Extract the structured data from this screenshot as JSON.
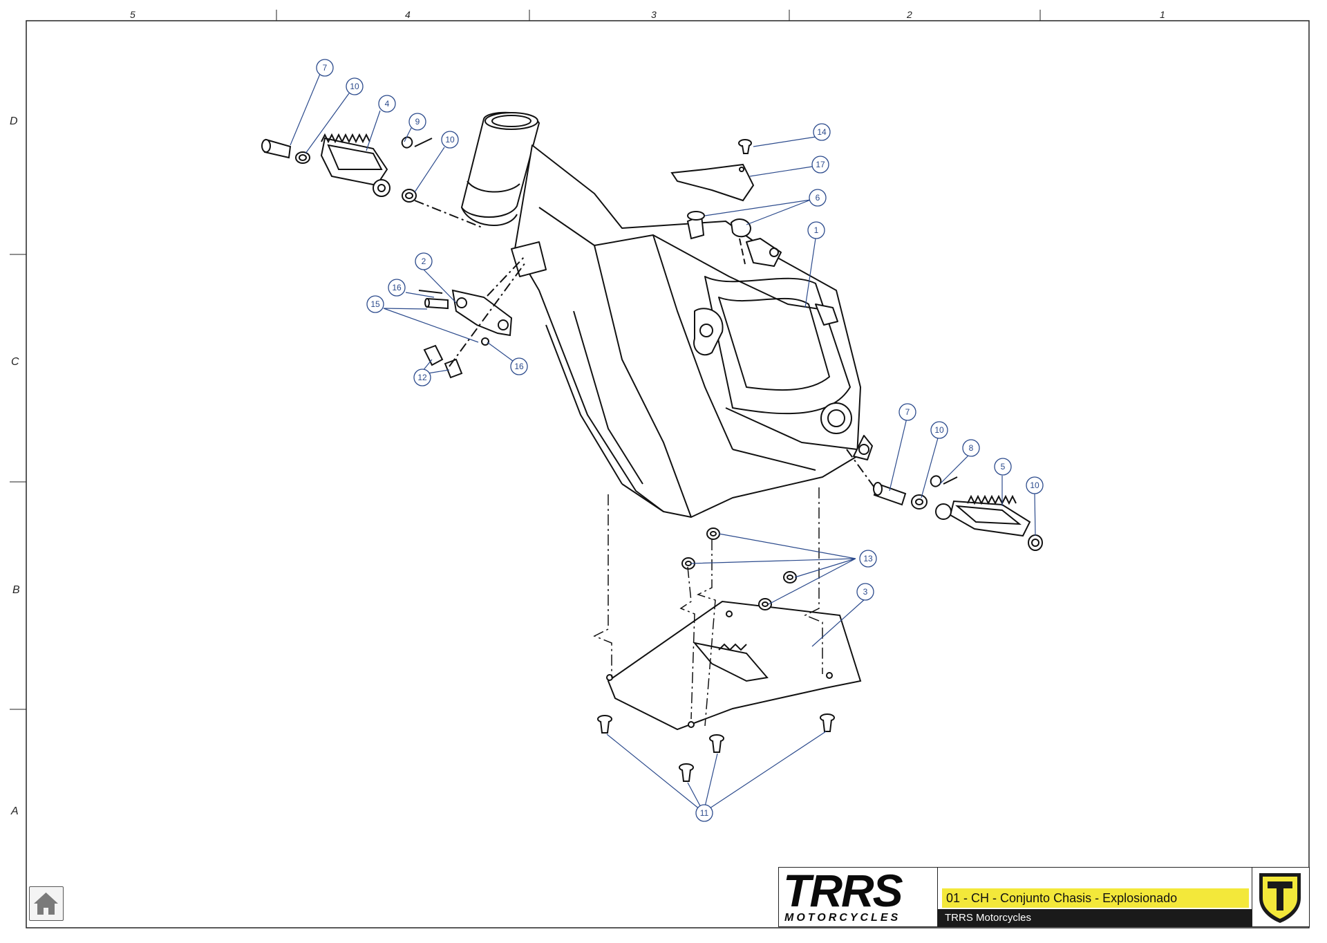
{
  "grid": {
    "columns": [
      "5",
      "4",
      "3",
      "2",
      "1"
    ],
    "rows": [
      "D",
      "C",
      "B",
      "A"
    ]
  },
  "title_block": {
    "brand": "TRRS",
    "brand_sub": "MOTORCYCLES",
    "drawing_title": "01 - CH - Conjunto Chasis - Explosionado",
    "company": "TRRS Motorcycles",
    "colors": {
      "title_bg": "#f3e83a",
      "brand_accent": "#f3e83a",
      "company_bg": "#1a1a1a",
      "emblem": "#f3e83a"
    }
  },
  "balloons": [
    {
      "id": "b7a",
      "label": "7"
    },
    {
      "id": "b10a",
      "label": "10"
    },
    {
      "id": "b4",
      "label": "4"
    },
    {
      "id": "b9",
      "label": "9"
    },
    {
      "id": "b10b",
      "label": "10"
    },
    {
      "id": "b14",
      "label": "14"
    },
    {
      "id": "b17",
      "label": "17"
    },
    {
      "id": "b6",
      "label": "6"
    },
    {
      "id": "b1",
      "label": "1"
    },
    {
      "id": "b2",
      "label": "2"
    },
    {
      "id": "b16a",
      "label": "16"
    },
    {
      "id": "b15",
      "label": "15"
    },
    {
      "id": "b16b",
      "label": "16"
    },
    {
      "id": "b12",
      "label": "12"
    },
    {
      "id": "b7b",
      "label": "7"
    },
    {
      "id": "b10c",
      "label": "10"
    },
    {
      "id": "b8",
      "label": "8"
    },
    {
      "id": "b5",
      "label": "5"
    },
    {
      "id": "b10d",
      "label": "10"
    },
    {
      "id": "b13",
      "label": "13"
    },
    {
      "id": "b3",
      "label": "3"
    },
    {
      "id": "b11",
      "label": "11"
    }
  ],
  "home_icon": "home-icon",
  "emblem_icon": "trrs-shield-icon"
}
